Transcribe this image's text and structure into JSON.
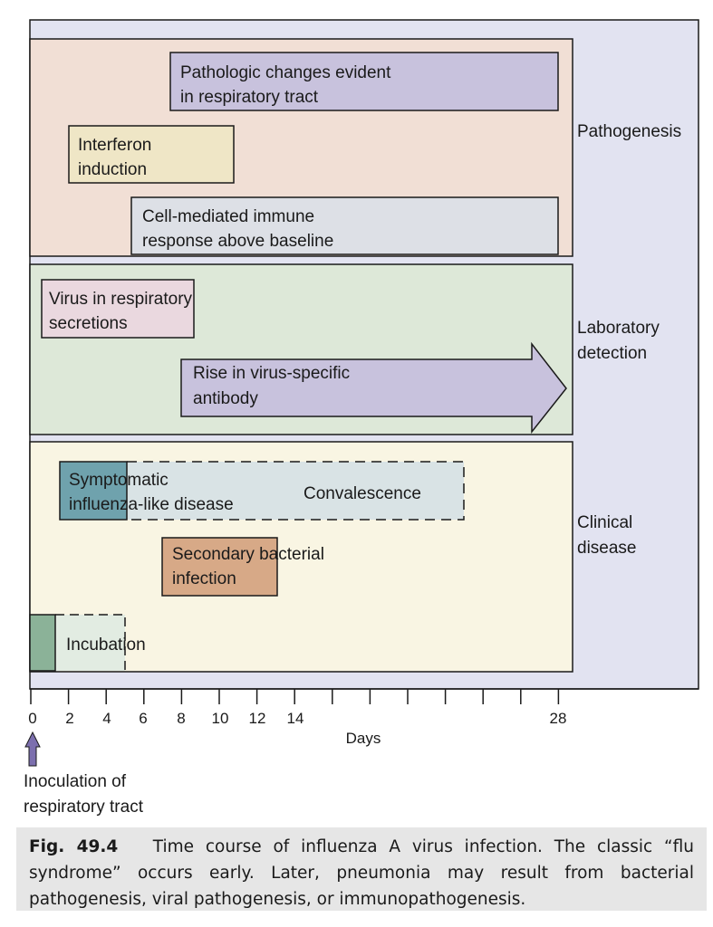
{
  "sections": {
    "pathogenesis": "Pathogenesis",
    "laboratory": [
      "Laboratory",
      "detection"
    ],
    "clinical": [
      "Clinical",
      "disease"
    ]
  },
  "bars": {
    "pathologic": [
      "Pathologic changes evident",
      "in respiratory tract"
    ],
    "interferon": [
      "Interferon",
      "induction"
    ],
    "cell_mediated": [
      "Cell-mediated immune",
      "response above baseline"
    ],
    "virus_secretions": [
      "Virus in respiratory",
      "secretions"
    ],
    "antibody": [
      "Rise in virus-specific",
      "antibody"
    ],
    "symptomatic": [
      "Symptomatic",
      "influenza-like disease"
    ],
    "convalescence": "Convalescence",
    "secondary": [
      "Secondary bacterial",
      "infection"
    ],
    "incubation": "Incubation"
  },
  "axis": {
    "tick_labels": [
      "0",
      "2",
      "4",
      "6",
      "8",
      "10",
      "12",
      "14",
      "28"
    ],
    "xlabel": "Days"
  },
  "inoculation": [
    "Inoculation of",
    "respiratory tract"
  ],
  "caption": {
    "label": "Fig. 49.4",
    "text": "Time course of influenza A virus infection. The classic “flu syndrome” occurs early. Later, pneumonia may result from bacterial pathogenesis, viral pathogenesis, or immunopathogenesis."
  },
  "colors": {
    "outer_bg": "#e2e3f1",
    "pathogenesis_bg": "#f1dfd5",
    "laboratory_bg": "#dde8d8",
    "clinical_bg": "#f9f5e3",
    "purple_bar": "#c8c2dd",
    "arrow_purple": "#7c6fae"
  }
}
